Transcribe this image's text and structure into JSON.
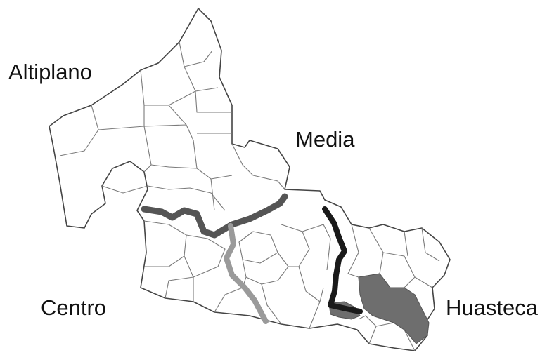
{
  "map": {
    "regions": [
      {
        "key": "altiplano",
        "label": "Altiplano"
      },
      {
        "key": "media",
        "label": "Media"
      },
      {
        "key": "centro",
        "label": "Centro"
      },
      {
        "key": "huasteca",
        "label": "Huasteca"
      }
    ],
    "colors": {
      "background": "#ffffff",
      "municipality_border": "#7a7a7a",
      "boundary_altiplano_centro": "#555555",
      "boundary_centro_media": "#9a9a9a",
      "boundary_media_huasteca": "#1a1a1a",
      "huasteca_shaded": "#6e6e6e"
    }
  }
}
